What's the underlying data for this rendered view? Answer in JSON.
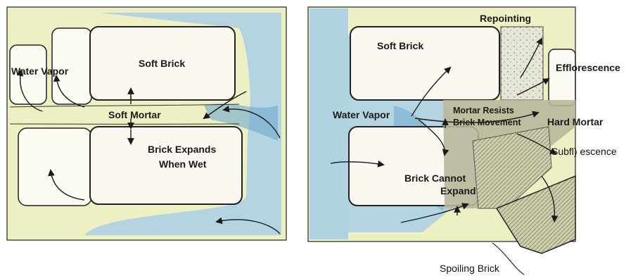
{
  "left_panel": {
    "labels": {
      "water_vapor": "Water Vapor",
      "soft_brick": "Soft Brick",
      "soft_mortar": "Soft Mortar",
      "brick_expands_1": "Brick Expands",
      "brick_expands_2": "When Wet"
    }
  },
  "right_panel": {
    "labels": {
      "repointing": "Repointing",
      "soft_brick": "Soft Brick",
      "efflorescence": "Efflorescence",
      "water_vapor": "Water Vapor",
      "mortar_resists_1": "Mortar Resists",
      "mortar_resists_2": "Brick Movement",
      "hard_mortar": "Hard Mortar",
      "subflorescence": "Subfl) escence",
      "brick_cannot_1": "Brick Cannot",
      "brick_cannot_2": "Expand",
      "spoiling_brick": "Spoiling Brick"
    }
  },
  "colors": {
    "moisture_blue": "#a9cfe6",
    "moisture_blue_dark": "#6fa9cf",
    "mortar_yellow": "#ecedb4",
    "hard_mortar_gray": "#b8b79b",
    "brick_edge": "#d8aaa0",
    "ink": "#1a1a1a"
  }
}
